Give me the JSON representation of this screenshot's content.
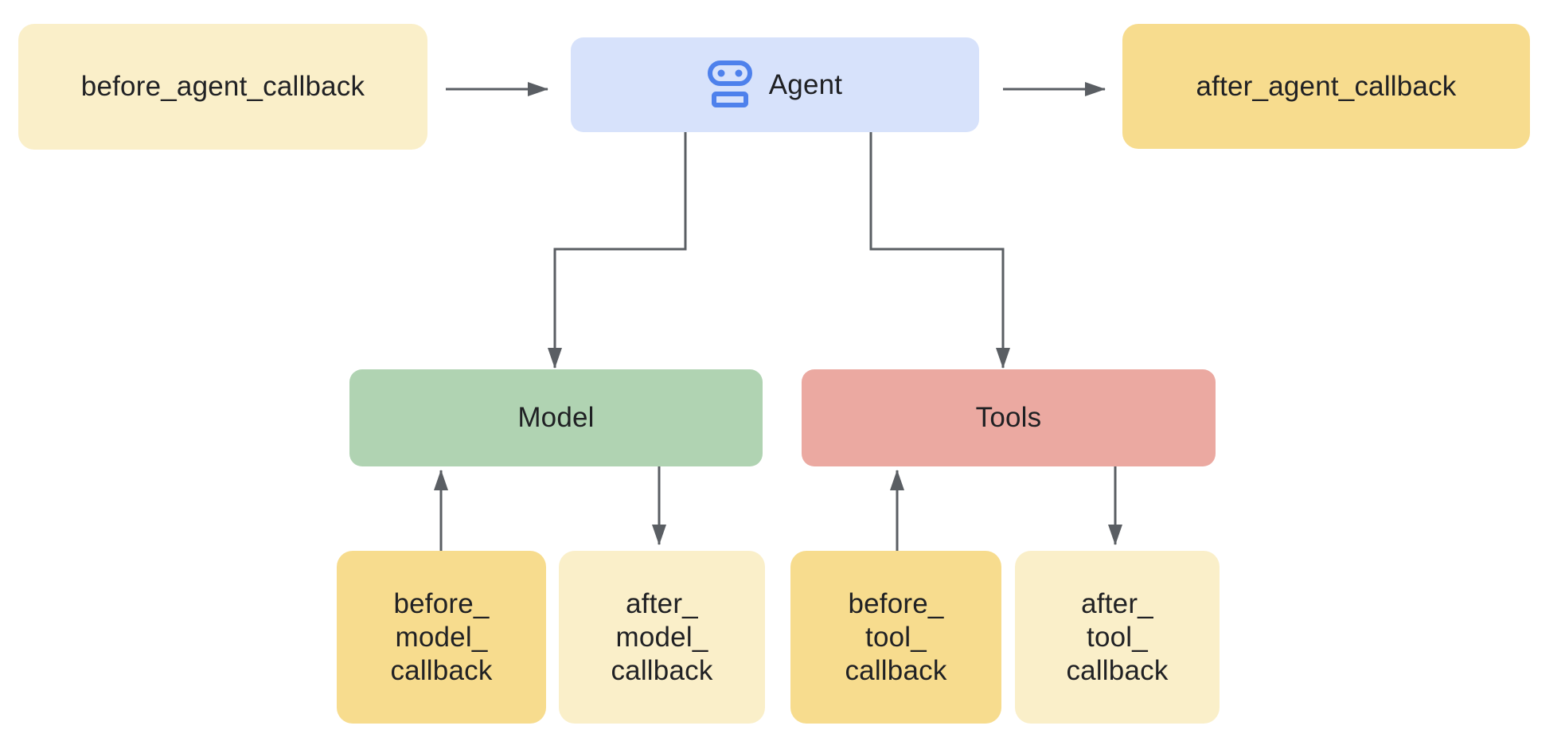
{
  "title": "Agent callbacks diagram",
  "palette": {
    "cream_box": "#faefc9",
    "gold_box": "#f7dc8e",
    "blue_box": "#d7e2fb",
    "green_box": "#b0d3b2",
    "salmon_box": "#eba9a1",
    "robot_icon_blue": "#4e81ec",
    "arrow_gray": "#5a5e63",
    "text": "#202124"
  },
  "nodes": {
    "before_agent": {
      "label": "before_agent_callback",
      "color": "#faefc9"
    },
    "agent": {
      "label": "Agent",
      "icon": "robot-icon",
      "color": "#d7e2fb"
    },
    "after_agent": {
      "label": "after_agent_callback",
      "color": "#f7dc8e"
    },
    "model": {
      "label": "Model",
      "color": "#b0d3b2"
    },
    "tools": {
      "label": "Tools",
      "color": "#eba9a1"
    },
    "before_model": {
      "lines": [
        "before_",
        "model_",
        "callback"
      ],
      "color": "#f7dc8e"
    },
    "after_model": {
      "lines": [
        "after_",
        "model_",
        "callback"
      ],
      "color": "#faefc9"
    },
    "before_tool": {
      "lines": [
        "before_",
        "tool_",
        "callback"
      ],
      "color": "#f7dc8e"
    },
    "after_tool": {
      "lines": [
        "after_",
        "tool_",
        "callback"
      ],
      "color": "#faefc9"
    }
  },
  "edges": [
    {
      "from": "before_agent_callback",
      "to": "Agent"
    },
    {
      "from": "Agent",
      "to": "after_agent_callback"
    },
    {
      "from": "Agent",
      "to": "Model"
    },
    {
      "from": "Agent",
      "to": "Tools"
    },
    {
      "from": "before_model_callback",
      "to": "Model"
    },
    {
      "from": "Model",
      "to": "after_model_callback"
    },
    {
      "from": "before_tool_callback",
      "to": "Tools"
    },
    {
      "from": "Tools",
      "to": "after_tool_callback"
    }
  ]
}
